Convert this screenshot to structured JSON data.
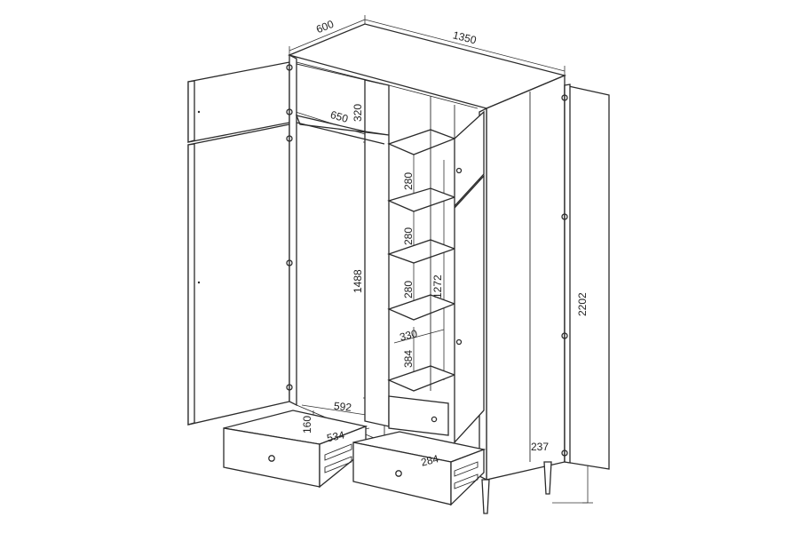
{
  "diagram": {
    "colors": {
      "line": "#2b2b2b",
      "background": "#ffffff"
    },
    "dimensions": {
      "depth": "600",
      "width": "1350",
      "height": "2202",
      "top_compartment_height": "320",
      "top_compartment_width": "650",
      "hanging_section_height": "1488",
      "hanging_section_width": "592",
      "shelf_spacing_1": "280",
      "shelf_spacing_2": "280",
      "shelf_spacing_3": "280",
      "shelf_column_height": "1272",
      "shelf_width": "330",
      "lower_shelf_height": "384",
      "drawer_height": "160",
      "drawer_width": "534",
      "small_drawer_width": "284",
      "leg_height": "237"
    }
  }
}
